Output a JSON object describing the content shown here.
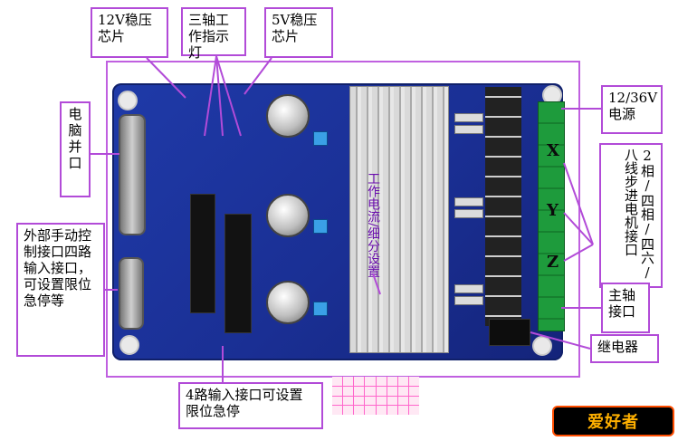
{
  "labels": {
    "reg12v": "12V稳压芯片",
    "leds3axis": "三轴工作指示灯",
    "reg5v": "5V稳压芯片",
    "pc_parallel": "电脑并口",
    "manual_ctrl": "外部手动控制接口四路输入接口，可设置限位急停等",
    "input4": "4路输入接口可设置限位急停",
    "power": "12/36V电源",
    "motor_if": "2相/四相/四六/八线步进电机接口",
    "spindle": "主轴接口",
    "relay": "继电器",
    "heatsink_text": "工作电流/细分设置"
  },
  "axes": {
    "x": "X",
    "y": "Y",
    "z": "Z"
  },
  "logo": "爱好者"
}
